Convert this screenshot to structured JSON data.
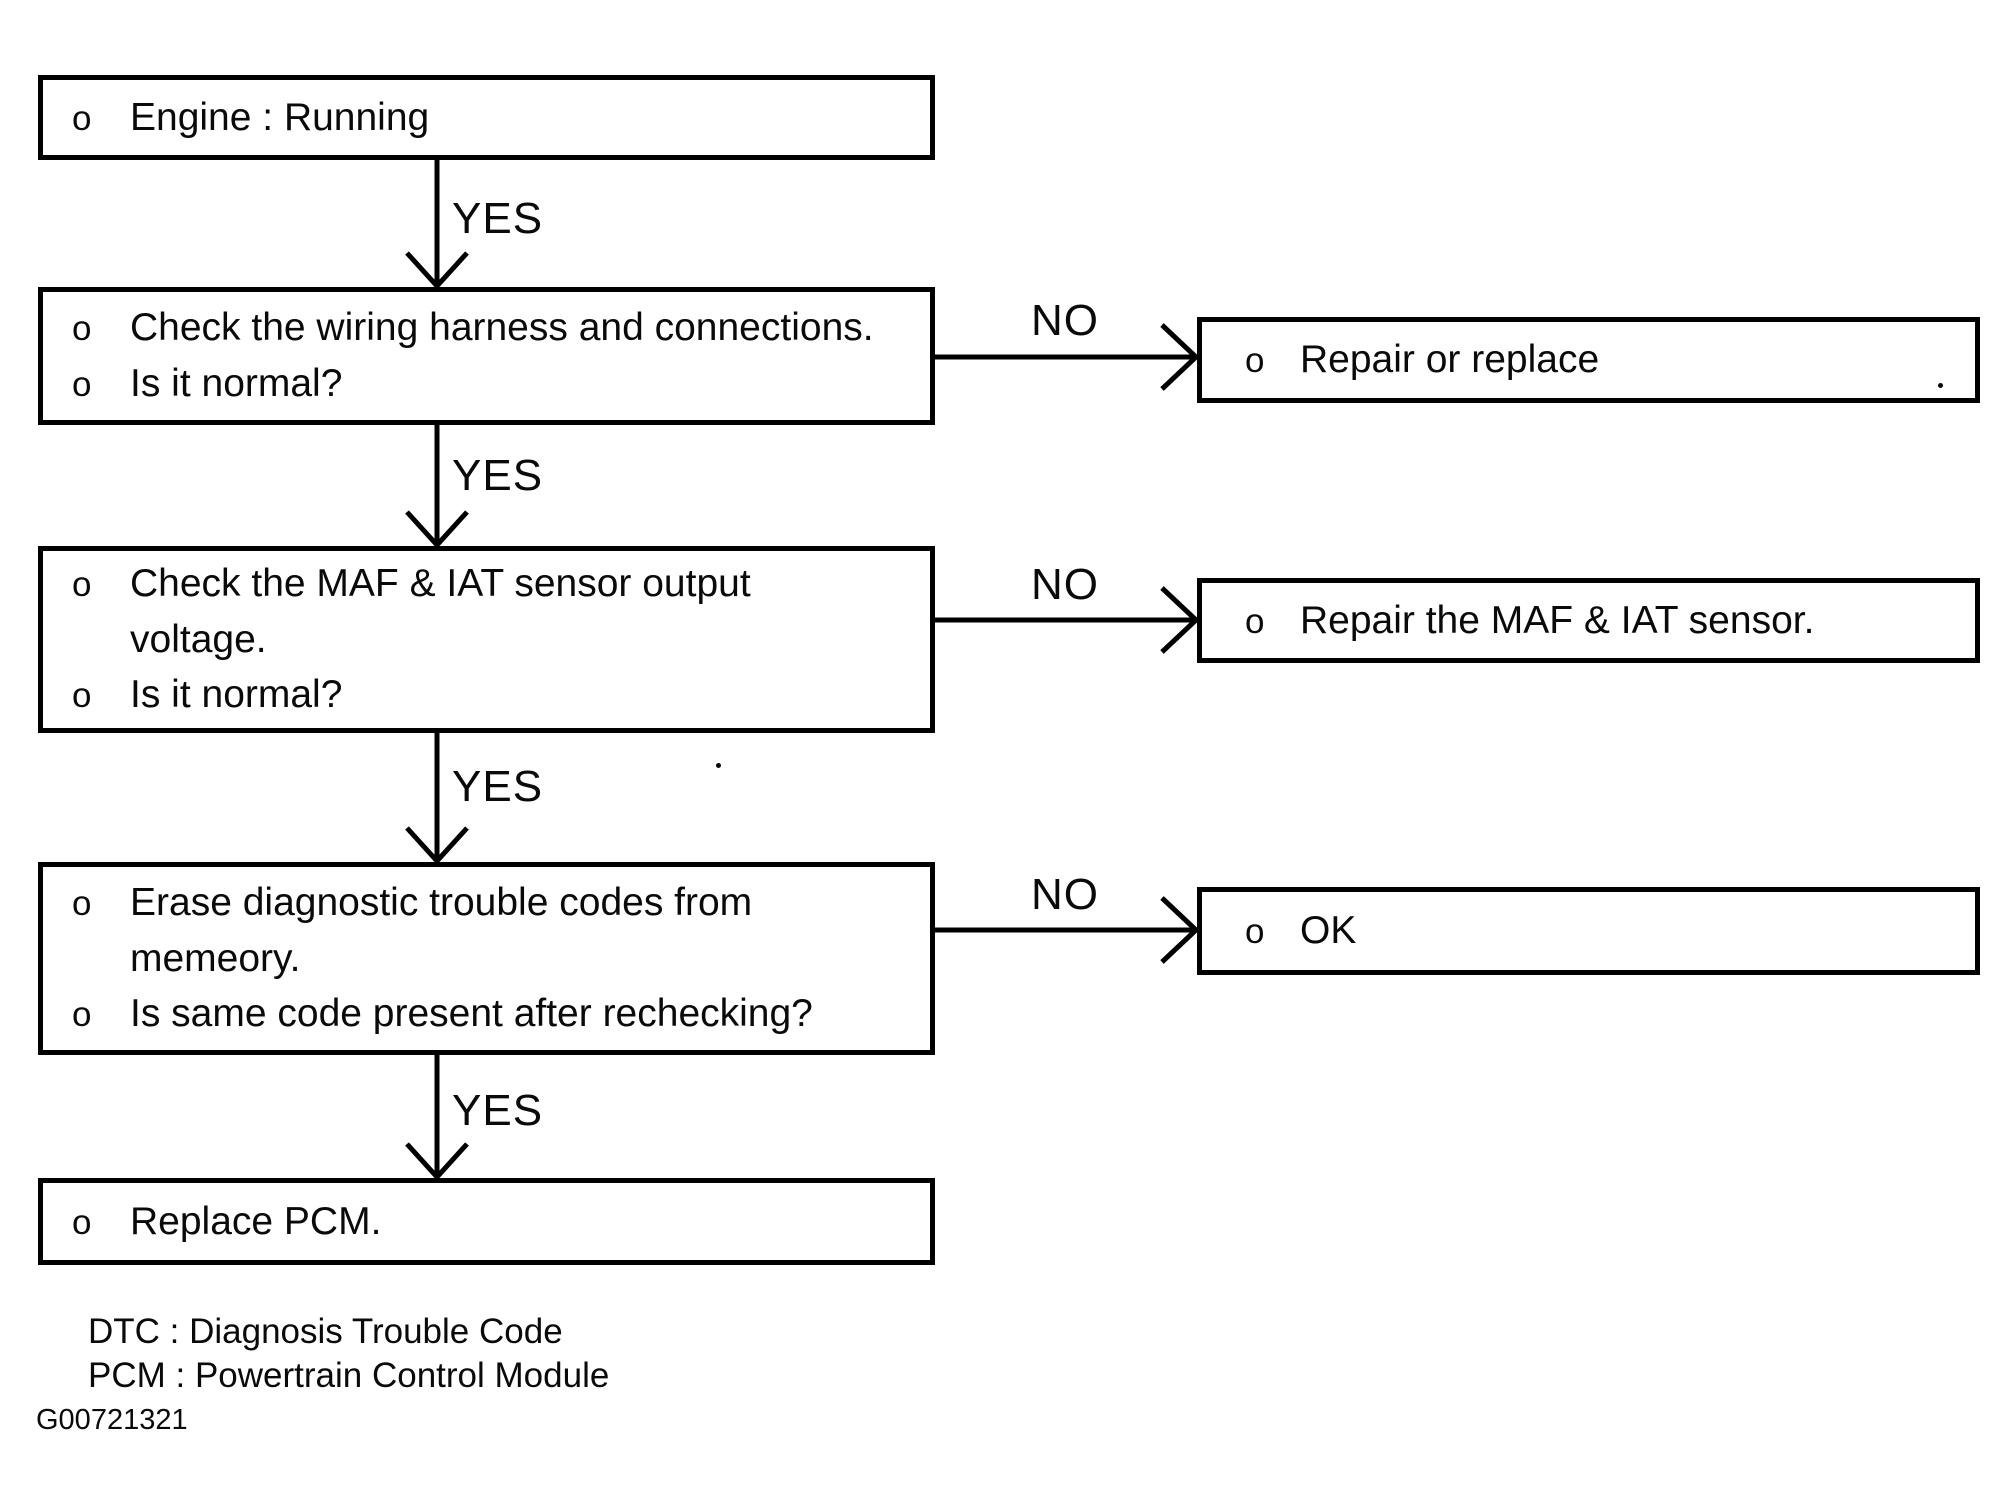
{
  "colors": {
    "ink": "#000000",
    "paper": "#ffffff"
  },
  "labels": {
    "yes": "YES",
    "no": "NO"
  },
  "boxes": {
    "engine": {
      "rows": [
        {
          "b": "o",
          "t": "Engine : Running"
        }
      ]
    },
    "wiring": {
      "rows": [
        {
          "b": "o",
          "t": "Check the wiring harness and connections."
        },
        {
          "b": "o",
          "t": "Is it normal?"
        }
      ]
    },
    "maf_sensor": {
      "rows": [
        {
          "b": "o",
          "t": "Check the MAF & IAT sensor output"
        },
        {
          "b": "",
          "t": "voltage."
        },
        {
          "b": "o",
          "t": "Is it normal?"
        }
      ]
    },
    "erase_codes": {
      "rows": [
        {
          "b": "o",
          "t": "Erase diagnostic trouble codes from"
        },
        {
          "b": "",
          "t": "memeory."
        },
        {
          "b": "o",
          "t": "Is same code present after rechecking?"
        }
      ]
    },
    "replace_pcm": {
      "rows": [
        {
          "b": "o",
          "t": "Replace PCM."
        }
      ]
    },
    "repair_or_replace": {
      "rows": [
        {
          "b": "o",
          "t": "Repair or replace"
        }
      ]
    },
    "repair_maf": {
      "rows": [
        {
          "b": "o",
          "t": "Repair the MAF & IAT sensor."
        }
      ]
    },
    "ok": {
      "rows": [
        {
          "b": "o",
          "t": "OK"
        }
      ]
    }
  },
  "footer": {
    "dtc_note": "DTC : Diagnosis Trouble Code",
    "pcm_note": "PCM : Powertrain Control Module",
    "figure_id": "G00721321"
  }
}
